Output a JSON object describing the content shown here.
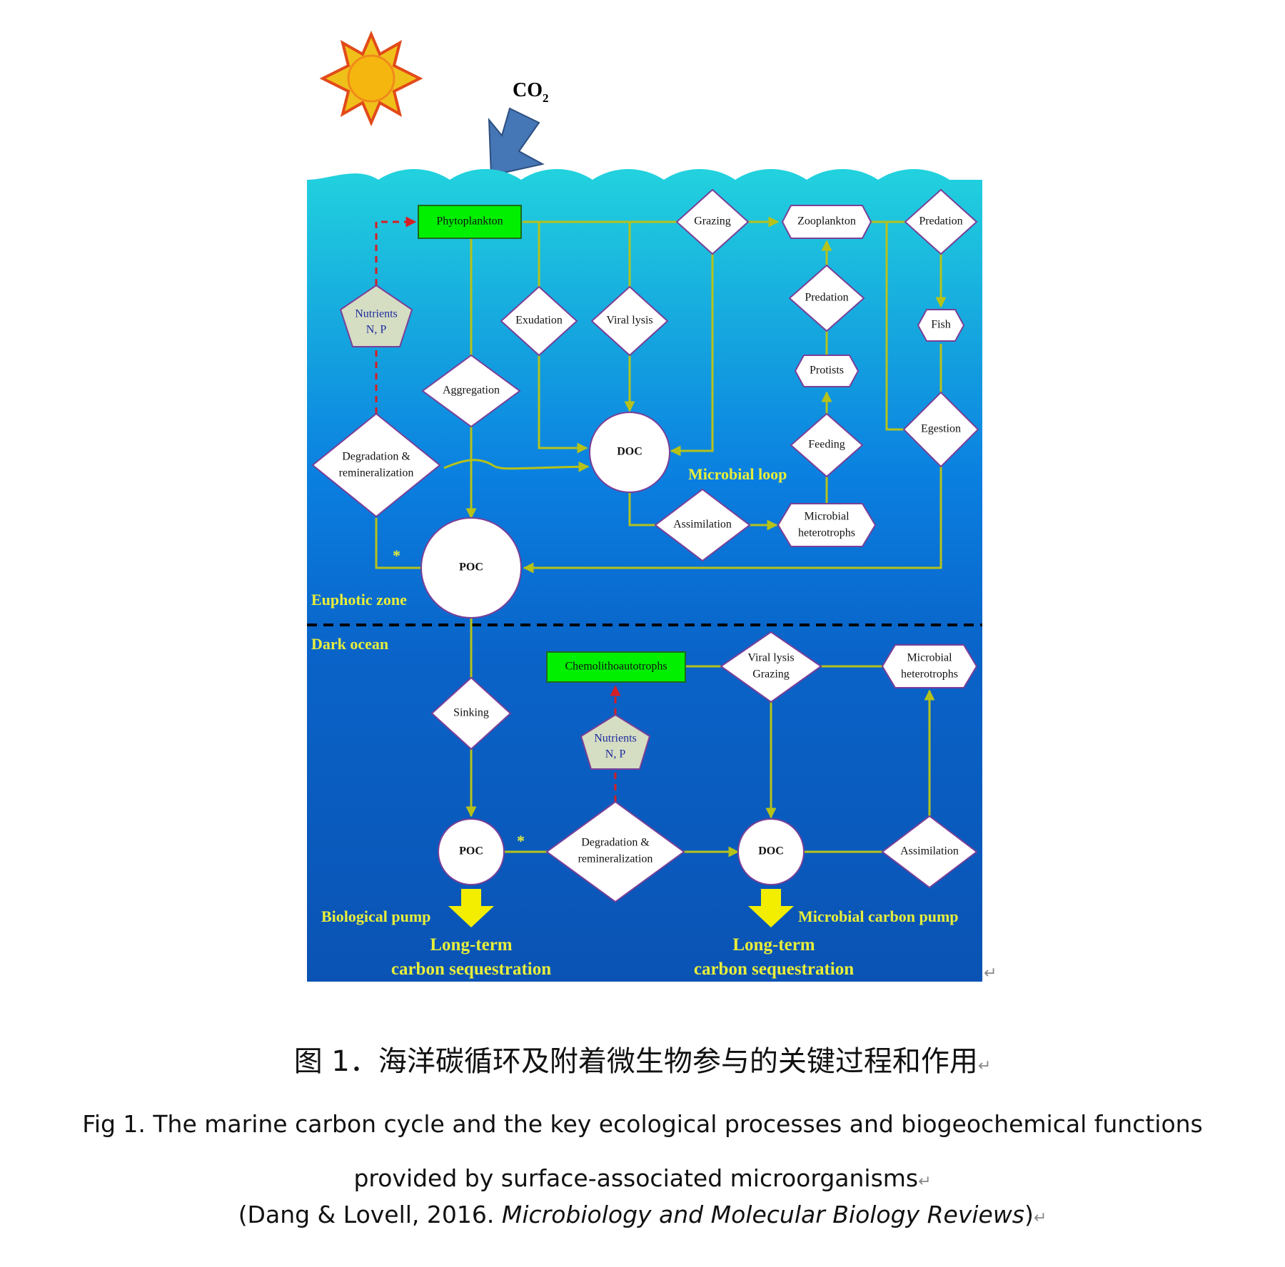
{
  "co2": {
    "main": "CO",
    "sub": "2"
  },
  "nodes": {
    "phytoplankton": "Phytoplankton",
    "grazing": "Grazing",
    "zooplankton": "Zooplankton",
    "predation_top": "Predation",
    "nutrients_top": [
      "Nutrients",
      "N, P"
    ],
    "exudation": "Exudation",
    "viral_lysis_top": "Viral lysis",
    "predation_mid": "Predation",
    "fish": "Fish",
    "protists": "Protists",
    "aggregation": "Aggregation",
    "doc_top": "DOC",
    "feeding": "Feeding",
    "egestion": "Egestion",
    "degradation_top": [
      "Degradation &",
      "remineralization"
    ],
    "assimilation_top": "Assimilation",
    "microbial_het_top": [
      "Microbial",
      "heterotrophs"
    ],
    "poc_top": "POC",
    "chemolithoautotrophs": "Chemolithoautotrophs",
    "viral_grazing": [
      "Viral lysis",
      "Grazing"
    ],
    "microbial_het_bottom": [
      "Microbial",
      "heterotrophs"
    ],
    "sinking": "Sinking",
    "nutrients_bottom": [
      "Nutrients",
      "N, P"
    ],
    "poc_bottom": "POC",
    "degradation_bottom": [
      "Degradation &",
      "remineralization"
    ],
    "doc_bottom": "DOC",
    "assimilation_bottom": "Assimilation"
  },
  "labels": {
    "microbial_loop": "Microbial loop",
    "euphotic_zone": "Euphotic zone",
    "dark_ocean": "Dark ocean",
    "biological_pump": "Biological pump",
    "microbial_carbon_pump": "Microbial carbon pump",
    "long_term_left": [
      "Long-term",
      "carbon sequestration"
    ],
    "long_term_right": [
      "Long-term",
      "carbon sequestration"
    ],
    "asterisk": "*"
  },
  "caption": {
    "chinese": "图 1．海洋碳循环及附着微生物参与的关键过程和作用",
    "english_line1": "Fig 1. The marine carbon cycle and the key ecological processes and biogeochemical functions",
    "english_line2": "provided by surface-associated microorganisms",
    "reference_prefix": "(Dang & Lovell, 2016. ",
    "reference_journal": "Microbiology and Molecular Biology Reviews",
    "reference_suffix": ")"
  },
  "colors": {
    "ocean_top": "#22d2de",
    "ocean_mid": "#0a6fd8",
    "ocean_deep": "#0a55b8",
    "flow_arrow": "#b6c21a",
    "nutrient_arrow": "#d61f24",
    "label_yellow": "#e8ee3a",
    "node_green": "#00f000",
    "node_border": "#7a3f97",
    "sun": "#f5b70f",
    "co2_arrow": "#4576b5",
    "pump_arrow": "#f3ee00"
  }
}
